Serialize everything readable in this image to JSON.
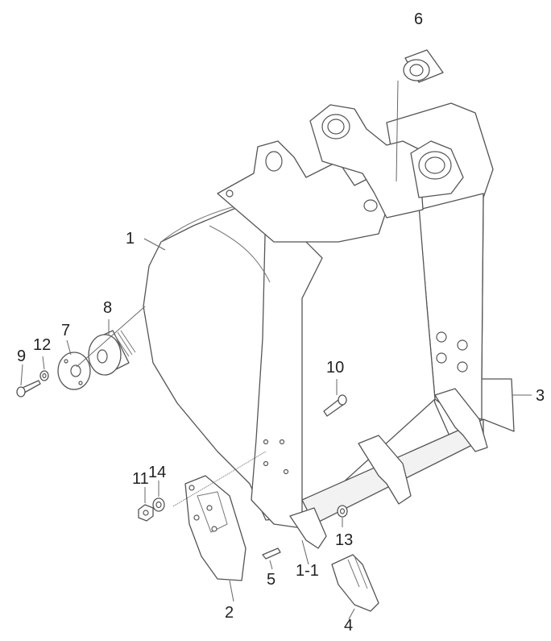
{
  "diagram": {
    "callouts": [
      "1",
      "1-1",
      "2",
      "3",
      "4",
      "5",
      "6",
      "7",
      "8",
      "9",
      "10",
      "11",
      "12",
      "13",
      "14"
    ]
  }
}
